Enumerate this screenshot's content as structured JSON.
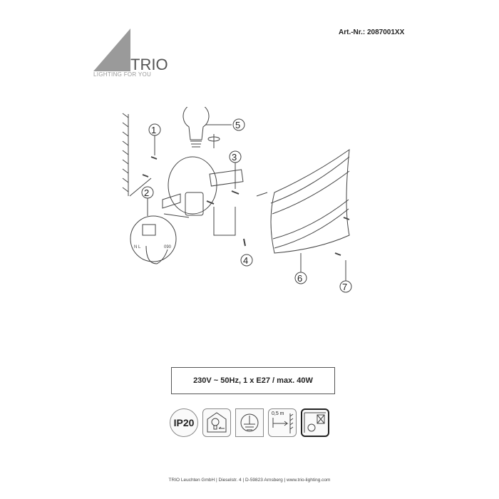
{
  "logo": {
    "brand": "TRIO",
    "tagline": "LIGHTING FOR YOU"
  },
  "header": {
    "article_number": "Art.-Nr.: 2087001XX"
  },
  "diagram": {
    "callouts": [
      "1",
      "2",
      "3",
      "4",
      "5",
      "6",
      "7"
    ],
    "wiring_labels": {
      "terminals": "N  L",
      "wire": "090"
    }
  },
  "specs": {
    "text": "230V ~ 50Hz, 1 x E27 / max. 40W"
  },
  "icons": [
    {
      "name": "ip20-icon",
      "label": "IP20"
    },
    {
      "name": "indoor-bulb-icon"
    },
    {
      "name": "protective-earth-icon"
    },
    {
      "name": "min-distance-icon",
      "label": "0,5 m"
    },
    {
      "name": "no-ceiling-mount-icon"
    }
  ],
  "footer": {
    "text": "TRIO Leuchten GmbH  |  Dieselstr. 4  |  D-59823 Arnsberg  |  www.trio-lighting.com"
  }
}
